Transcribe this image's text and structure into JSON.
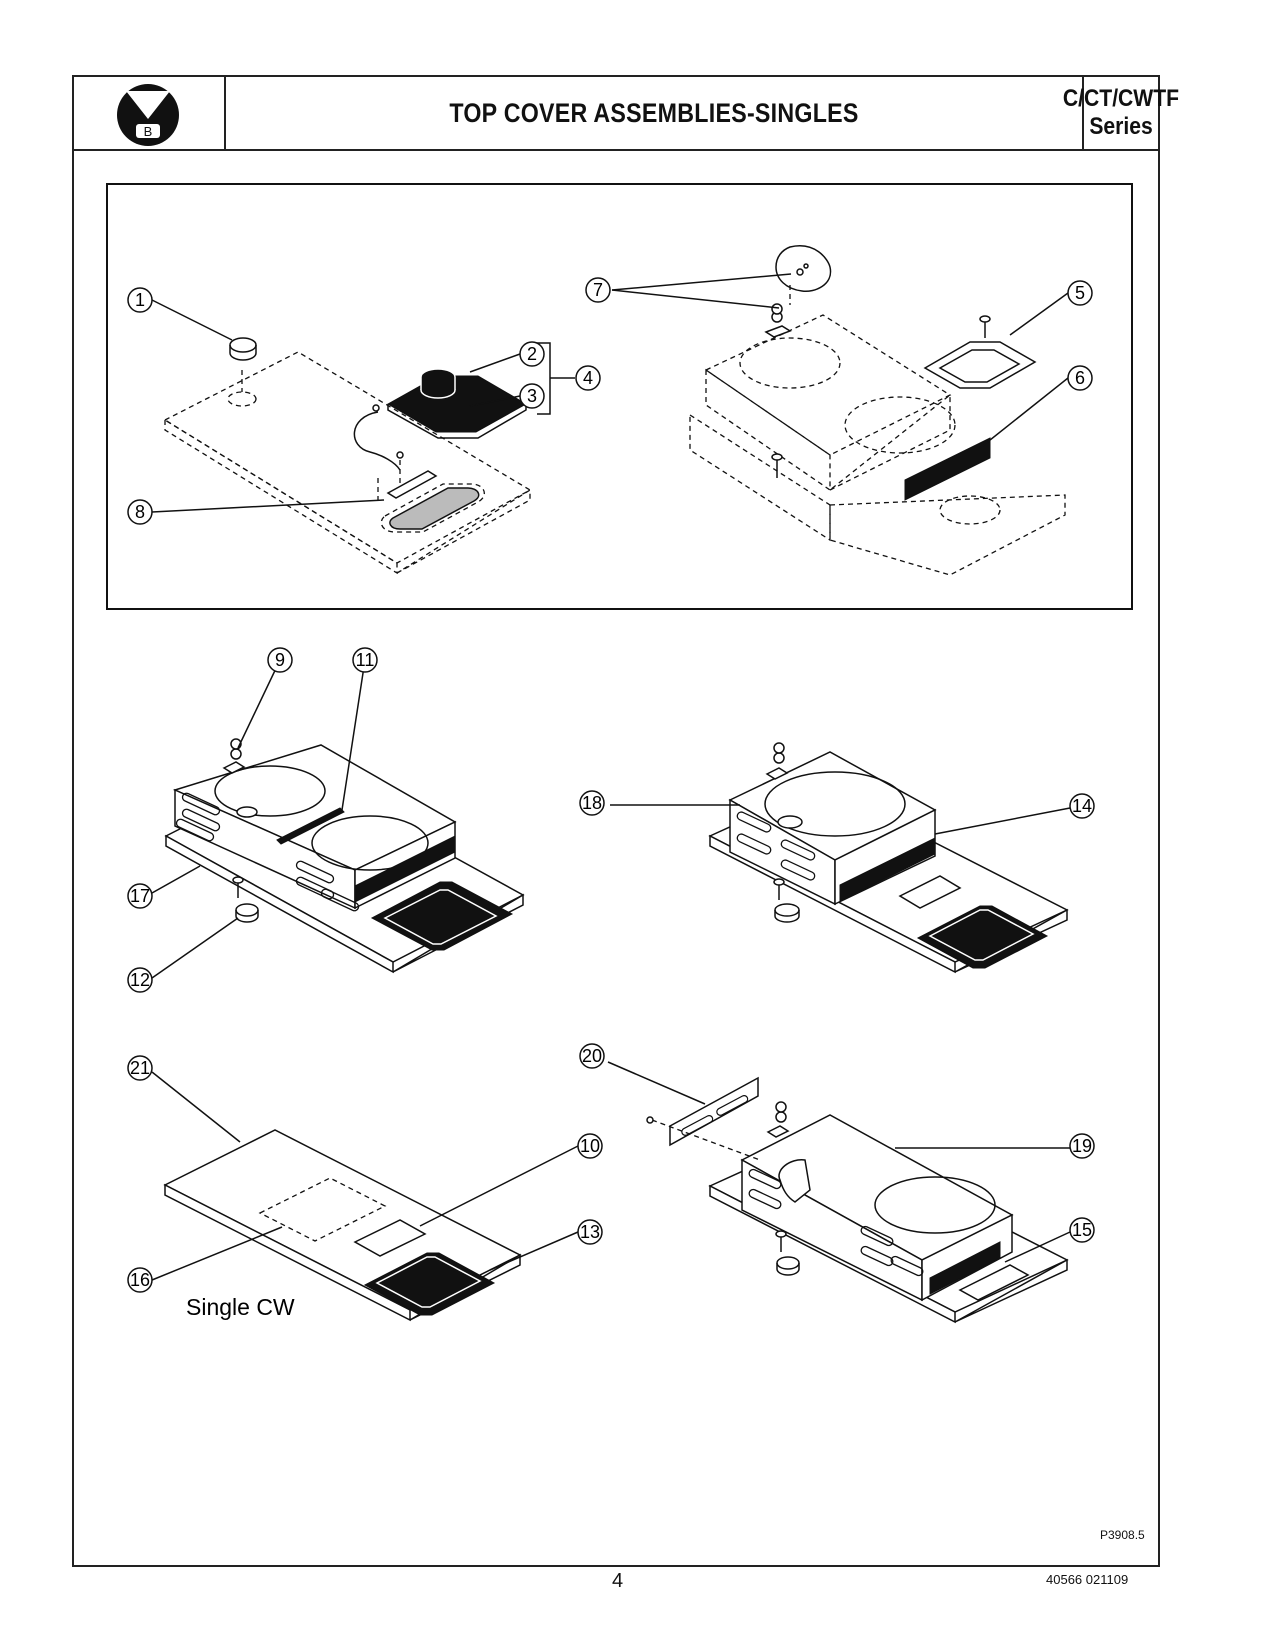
{
  "header": {
    "logo_letter": "B",
    "title": "TOP COVER ASSEMBLIES-SINGLES",
    "series_line1": "C/CT/CWTF",
    "series_line2": "Series"
  },
  "callouts": [
    "1",
    "2",
    "3",
    "4",
    "5",
    "6",
    "7",
    "8",
    "9",
    "10",
    "11",
    "12",
    "13",
    "14",
    "15",
    "16",
    "17",
    "18",
    "19",
    "20",
    "21"
  ],
  "labels": {
    "single_cw": "Single CW"
  },
  "figure_code": "P3908.5",
  "page_number": "4",
  "doc_code": "40566 021109"
}
